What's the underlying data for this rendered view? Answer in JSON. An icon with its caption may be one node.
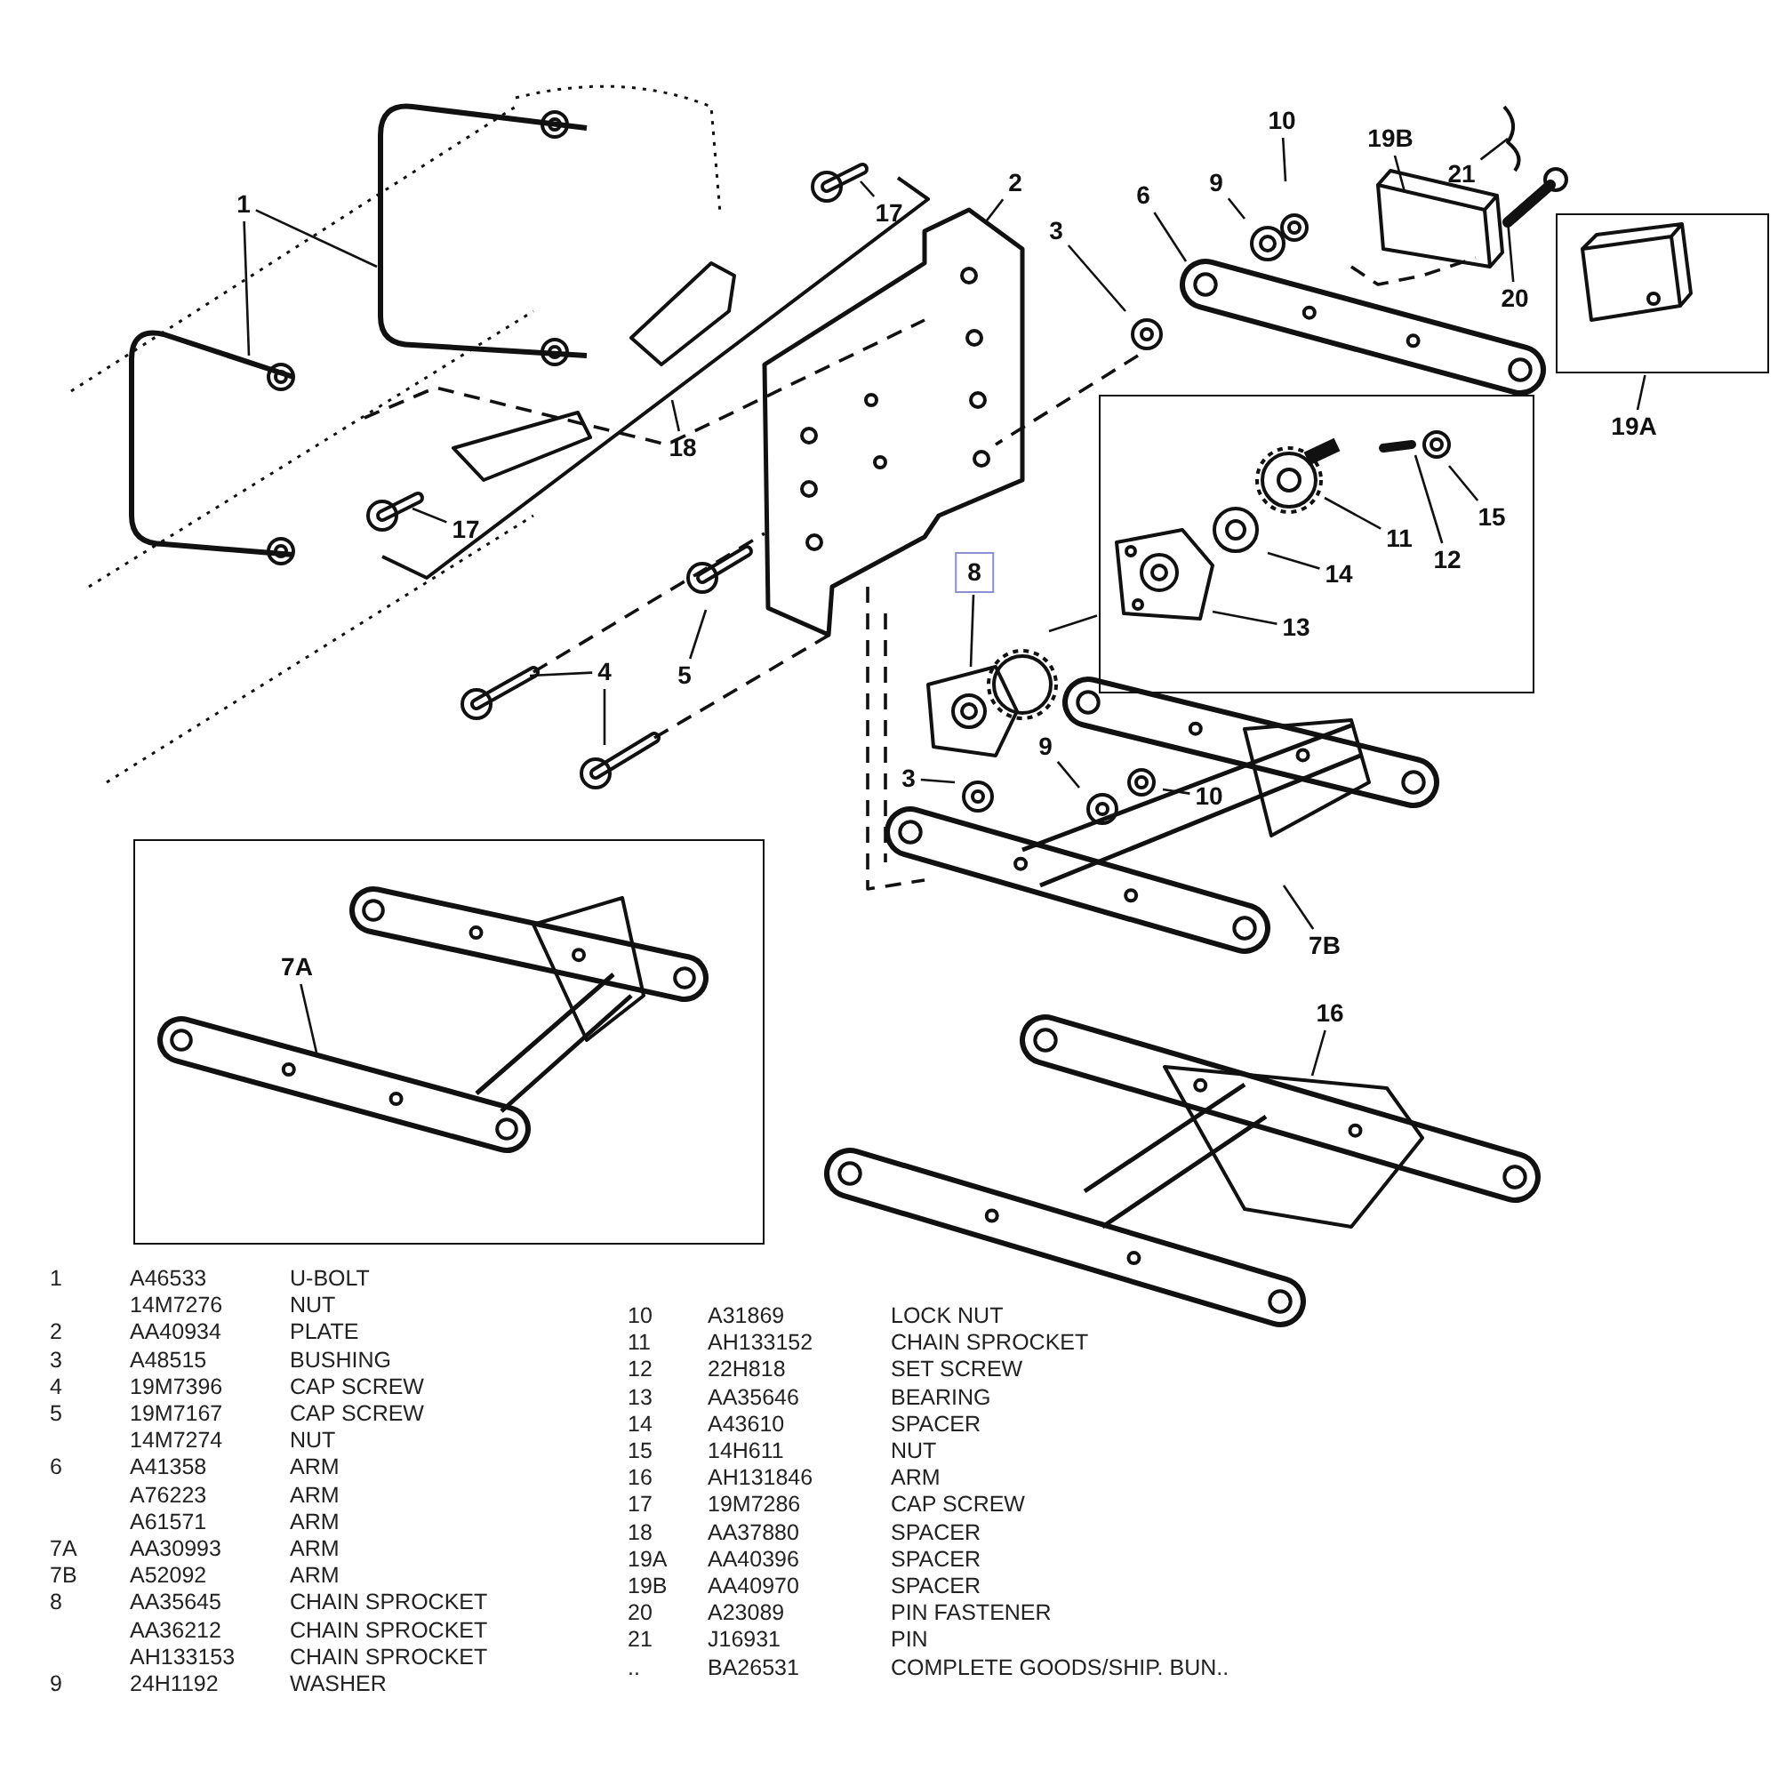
{
  "diagram": {
    "nodes": [
      {
        "text": [
          "10"
        ]
      },
      {
        "text": [
          "19B"
        ]
      },
      {
        "text": [
          "21"
        ]
      },
      {
        "text": [
          "2"
        ]
      },
      {
        "text": [
          "9"
        ]
      },
      {
        "text": [
          "6"
        ]
      },
      {
        "text": [
          "17"
        ]
      },
      {
        "text": [
          "1"
        ]
      },
      {
        "text": [
          "3"
        ]
      },
      {
        "text": [
          "20"
        ]
      },
      {
        "text": [],
        "shape": "box"
      },
      {
        "text": [
          "19A"
        ]
      },
      {
        "text": [
          "18"
        ]
      },
      {
        "text": [],
        "shape": "box"
      },
      {
        "text": [
          "11"
        ],
        "in": 13
      },
      {
        "text": [
          "15"
        ],
        "in": 13
      },
      {
        "text": [
          "12"
        ],
        "in": 13
      },
      {
        "text": [
          "14"
        ],
        "in": 13
      },
      {
        "text": [
          "17"
        ]
      },
      {
        "text": [
          "8"
        ]
      },
      {
        "text": [
          "13"
        ],
        "in": 13
      },
      {
        "text": [
          "5"
        ]
      },
      {
        "text": [
          "4"
        ]
      },
      {
        "text": [
          "3"
        ]
      },
      {
        "text": [
          "9"
        ]
      },
      {
        "text": [
          "10"
        ]
      },
      {
        "text": [],
        "shape": "box"
      },
      {
        "text": [
          "7A"
        ],
        "in": 26
      },
      {
        "text": [
          "7B"
        ]
      },
      {
        "text": [
          "16"
        ]
      }
    ],
    "edges": [
      {
        "from": 0,
        "to": null,
        "arrow": "none"
      },
      {
        "from": 1,
        "to": null,
        "arrow": "none"
      },
      {
        "from": 2,
        "to": null,
        "arrow": "none"
      },
      {
        "from": 3,
        "to": null,
        "arrow": "none"
      },
      {
        "from": 4,
        "to": null,
        "arrow": "none"
      },
      {
        "from": 5,
        "to": null,
        "arrow": "none"
      },
      {
        "from": 6,
        "to": null,
        "arrow": "none"
      },
      {
        "from": 7,
        "to": null,
        "arrow": "none"
      },
      {
        "from": 7,
        "to": null,
        "arrow": "none"
      },
      {
        "from": 8,
        "to": null,
        "arrow": "none"
      },
      {
        "from": 9,
        "to": null,
        "arrow": "none"
      },
      {
        "from": 11,
        "to": 10,
        "arrow": "none"
      },
      {
        "from": 12,
        "to": null,
        "arrow": "none"
      },
      {
        "from": 13,
        "to": null,
        "arrow": "none"
      },
      {
        "from": 14,
        "to": null,
        "arrow": "none"
      },
      {
        "from": 15,
        "to": null,
        "arrow": "none"
      },
      {
        "from": 16,
        "to": null,
        "arrow": "none"
      },
      {
        "from": 17,
        "to": null,
        "arrow": "none"
      },
      {
        "from": 18,
        "to": null,
        "arrow": "none"
      },
      {
        "from": 19,
        "to": null,
        "arrow": "none"
      },
      {
        "from": 20,
        "to": null,
        "arrow": "none"
      },
      {
        "from": 21,
        "to": null,
        "arrow": "none"
      },
      {
        "from": 22,
        "to": null,
        "arrow": "none"
      },
      {
        "from": 22,
        "to": null,
        "arrow": "none"
      },
      {
        "from": 23,
        "to": null,
        "arrow": "none"
      },
      {
        "from": 24,
        "to": null,
        "arrow": "none"
      },
      {
        "from": 25,
        "to": null,
        "arrow": "none"
      },
      {
        "from": 27,
        "to": null,
        "arrow": "none"
      },
      {
        "from": 28,
        "to": null,
        "arrow": "none"
      },
      {
        "from": 29,
        "to": null,
        "arrow": "none"
      }
    ],
    "labels": [
      "1",
      "A46533",
      "U-BOLT",
      "14M7276",
      "NUT",
      "2",
      "AA40934",
      "PLATE",
      "3",
      "A48515",
      "BUSHING",
      "4",
      "19M7396",
      "CAP SCREW",
      "5",
      "19M7167",
      "CAP SCREW",
      "14M7274",
      "NUT",
      "6",
      "A41358",
      "ARM",
      "A76223",
      "ARM",
      "A61571",
      "ARM",
      "7A",
      "AA30993",
      "ARM",
      "7B",
      "A52092",
      "ARM",
      "8",
      "AA35645",
      "CHAIN SPROCKET",
      "AA36212",
      "CHAIN SPROCKET",
      "AH133153",
      "CHAIN SPROCKET",
      "9",
      "24H1192",
      "WASHER",
      "10",
      "A31869",
      "LOCK NUT",
      "11",
      "AH133152",
      "CHAIN SPROCKET",
      "12",
      "22H818",
      "SET SCREW",
      "13",
      "AA35646",
      "BEARING",
      "14",
      "A43610",
      "SPACER",
      "15",
      "14H611",
      "NUT",
      "16",
      "AH131846",
      "ARM",
      "17",
      "19M7286",
      "CAP SCREW",
      "18",
      "AA37880",
      "SPACER",
      "19A",
      "AA40396",
      "SPACER",
      "19B",
      "AA40970",
      "SPACER",
      "20",
      "A23089",
      "PIN FASTENER",
      "21",
      "J16931",
      "PIN",
      "..",
      "BA26531",
      "COMPLETE GOODS/SHIP. BUN.."
    ]
  }
}
